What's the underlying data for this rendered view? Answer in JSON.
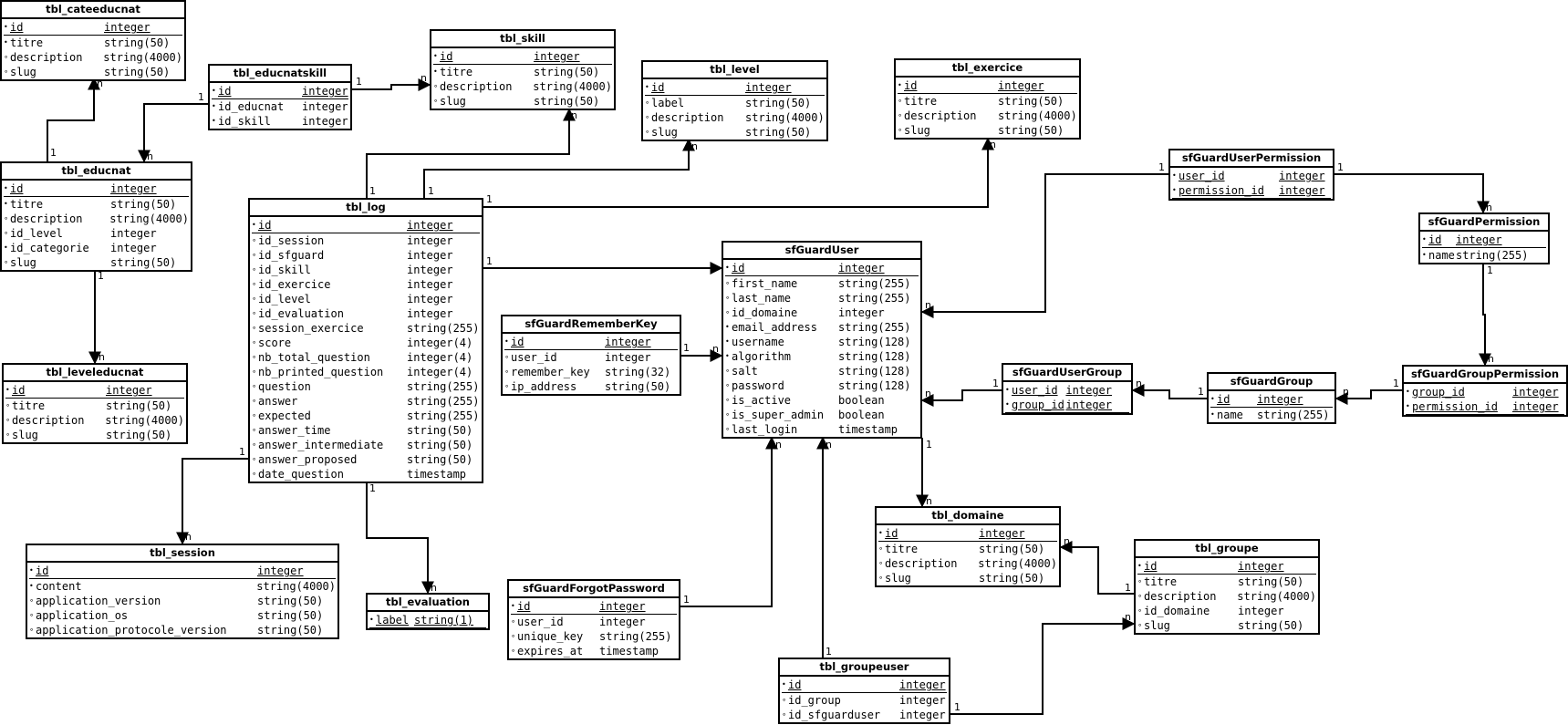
{
  "tables": [
    {
      "id": "tbl_cateeducnat",
      "name": "tbl_cateeducnat",
      "columns": [
        {
          "name": "id",
          "type": "integer",
          "pk": true,
          "required": true
        },
        {
          "name": "titre",
          "type": "string(50)",
          "required": true
        },
        {
          "name": "description",
          "type": "string(4000)",
          "required": false
        },
        {
          "name": "slug",
          "type": "string(50)",
          "required": false
        }
      ]
    },
    {
      "id": "tbl_educnatskill",
      "name": "tbl_educnatskill",
      "columns": [
        {
          "name": "id",
          "type": "integer",
          "pk": true,
          "required": true
        },
        {
          "name": "id_educnat",
          "type": "integer",
          "required": true
        },
        {
          "name": "id_skill",
          "type": "integer",
          "required": true
        }
      ]
    },
    {
      "id": "tbl_skill",
      "name": "tbl_skill",
      "columns": [
        {
          "name": "id",
          "type": "integer",
          "pk": true,
          "required": true
        },
        {
          "name": "titre",
          "type": "string(50)",
          "required": true
        },
        {
          "name": "description",
          "type": "string(4000)",
          "required": false
        },
        {
          "name": "slug",
          "type": "string(50)",
          "required": false
        }
      ]
    },
    {
      "id": "tbl_level",
      "name": "tbl_level",
      "columns": [
        {
          "name": "id",
          "type": "integer",
          "pk": true,
          "required": true
        },
        {
          "name": "label",
          "type": "string(50)",
          "required": false
        },
        {
          "name": "description",
          "type": "string(4000)",
          "required": false
        },
        {
          "name": "slug",
          "type": "string(50)",
          "required": false
        }
      ]
    },
    {
      "id": "tbl_exercice",
      "name": "tbl_exercice",
      "columns": [
        {
          "name": "id",
          "type": "integer",
          "pk": true,
          "required": true
        },
        {
          "name": "titre",
          "type": "string(50)",
          "required": false
        },
        {
          "name": "description",
          "type": "string(4000)",
          "required": false
        },
        {
          "name": "slug",
          "type": "string(50)",
          "required": false
        }
      ]
    },
    {
      "id": "tbl_educnat",
      "name": "tbl_educnat",
      "columns": [
        {
          "name": "id",
          "type": "integer",
          "pk": true,
          "required": true
        },
        {
          "name": "titre",
          "type": "string(50)",
          "required": true
        },
        {
          "name": "description",
          "type": "string(4000)",
          "required": false
        },
        {
          "name": "id_level",
          "type": "integer",
          "required": false
        },
        {
          "name": "id_categorie",
          "type": "integer",
          "required": true
        },
        {
          "name": "slug",
          "type": "string(50)",
          "required": false
        }
      ]
    },
    {
      "id": "tbl_log",
      "name": "tbl_log",
      "columns": [
        {
          "name": "id",
          "type": "integer",
          "pk": true,
          "required": true
        },
        {
          "name": "id_session",
          "type": "integer",
          "required": false
        },
        {
          "name": "id_sfguard",
          "type": "integer",
          "required": false
        },
        {
          "name": "id_skill",
          "type": "integer",
          "required": false
        },
        {
          "name": "id_exercice",
          "type": "integer",
          "required": false
        },
        {
          "name": "id_level",
          "type": "integer",
          "required": false
        },
        {
          "name": "id_evaluation",
          "type": "integer",
          "required": false
        },
        {
          "name": "session_exercice",
          "type": "string(255)",
          "required": false
        },
        {
          "name": "score",
          "type": "integer(4)",
          "required": false
        },
        {
          "name": "nb_total_question",
          "type": "integer(4)",
          "required": false
        },
        {
          "name": "nb_printed_question",
          "type": "integer(4)",
          "required": false
        },
        {
          "name": "question",
          "type": "string(255)",
          "required": false
        },
        {
          "name": "answer",
          "type": "string(255)",
          "required": false
        },
        {
          "name": "expected",
          "type": "string(255)",
          "required": false
        },
        {
          "name": "answer_time",
          "type": "string(50)",
          "required": false
        },
        {
          "name": "answer_intermediate",
          "type": "string(50)",
          "required": false
        },
        {
          "name": "answer_proposed",
          "type": "string(50)",
          "required": false
        },
        {
          "name": "date_question",
          "type": "timestamp",
          "required": false
        }
      ]
    },
    {
      "id": "tbl_leveleducnat",
      "name": "tbl_leveleducnat",
      "columns": [
        {
          "name": "id",
          "type": "integer",
          "pk": true,
          "required": true
        },
        {
          "name": "titre",
          "type": "string(50)",
          "required": false
        },
        {
          "name": "description",
          "type": "string(4000)",
          "required": false
        },
        {
          "name": "slug",
          "type": "string(50)",
          "required": false
        }
      ]
    },
    {
      "id": "tbl_session",
      "name": "tbl_session",
      "columns": [
        {
          "name": "id",
          "type": "integer",
          "pk": true,
          "required": true
        },
        {
          "name": "content",
          "type": "string(4000)",
          "required": true
        },
        {
          "name": "application_version",
          "type": "string(50)",
          "required": false
        },
        {
          "name": "application_os",
          "type": "string(50)",
          "required": false
        },
        {
          "name": "application_protocole_version",
          "type": "string(50)",
          "required": false
        }
      ]
    },
    {
      "id": "tbl_evaluation",
      "name": "tbl_evaluation",
      "columns": [
        {
          "name": "label",
          "type": "string(1)",
          "pk": true,
          "required": true
        }
      ]
    },
    {
      "id": "sfGuardRememberKey",
      "name": "sfGuardRememberKey",
      "columns": [
        {
          "name": "id",
          "type": "integer",
          "pk": true,
          "required": true
        },
        {
          "name": "user_id",
          "type": "integer",
          "required": false
        },
        {
          "name": "remember_key",
          "type": "string(32)",
          "required": false
        },
        {
          "name": "ip_address",
          "type": "string(50)",
          "required": false
        }
      ]
    },
    {
      "id": "sfGuardForgotPassword",
      "name": "sfGuardForgotPassword",
      "columns": [
        {
          "name": "id",
          "type": "integer",
          "pk": true,
          "required": true
        },
        {
          "name": "user_id",
          "type": "integer",
          "required": false
        },
        {
          "name": "unique_key",
          "type": "string(255)",
          "required": false
        },
        {
          "name": "expires_at",
          "type": "timestamp",
          "required": false
        }
      ]
    },
    {
      "id": "sfGuardUser",
      "name": "sfGuardUser",
      "columns": [
        {
          "name": "id",
          "type": "integer",
          "pk": true,
          "required": true
        },
        {
          "name": "first_name",
          "type": "string(255)",
          "required": false
        },
        {
          "name": "last_name",
          "type": "string(255)",
          "required": false
        },
        {
          "name": "id_domaine",
          "type": "integer",
          "required": false
        },
        {
          "name": "email_address",
          "type": "string(255)",
          "required": true
        },
        {
          "name": "username",
          "type": "string(128)",
          "required": true
        },
        {
          "name": "algorithm",
          "type": "string(128)",
          "required": true
        },
        {
          "name": "salt",
          "type": "string(128)",
          "required": false
        },
        {
          "name": "password",
          "type": "string(128)",
          "required": false
        },
        {
          "name": "is_active",
          "type": "boolean",
          "required": false
        },
        {
          "name": "is_super_admin",
          "type": "boolean",
          "required": false
        },
        {
          "name": "last_login",
          "type": "timestamp",
          "required": false
        }
      ]
    },
    {
      "id": "sfGuardUserPermission",
      "name": "sfGuardUserPermission",
      "columns": [
        {
          "name": "user_id",
          "type": "integer",
          "pk": true,
          "required": true
        },
        {
          "name": "permission_id",
          "type": "integer",
          "pk": true,
          "required": true
        }
      ]
    },
    {
      "id": "sfGuardPermission",
      "name": "sfGuardPermission",
      "columns": [
        {
          "name": "id",
          "type": "integer",
          "pk": true,
          "required": true
        },
        {
          "name": "name",
          "type": "string(255)",
          "required": true
        }
      ]
    },
    {
      "id": "sfGuardUserGroup",
      "name": "sfGuardUserGroup",
      "columns": [
        {
          "name": "user_id",
          "type": "integer",
          "pk": true,
          "required": true
        },
        {
          "name": "group_id",
          "type": "integer",
          "pk": true,
          "required": true
        }
      ]
    },
    {
      "id": "sfGuardGroup",
      "name": "sfGuardGroup",
      "columns": [
        {
          "name": "id",
          "type": "integer",
          "pk": true,
          "required": true
        },
        {
          "name": "name",
          "type": "string(255)",
          "required": true
        }
      ]
    },
    {
      "id": "sfGuardGroupPermission",
      "name": "sfGuardGroupPermission",
      "columns": [
        {
          "name": "group_id",
          "type": "integer",
          "pk": true,
          "required": true
        },
        {
          "name": "permission_id",
          "type": "integer",
          "pk": true,
          "required": true
        }
      ]
    },
    {
      "id": "tbl_domaine",
      "name": "tbl_domaine",
      "columns": [
        {
          "name": "id",
          "type": "integer",
          "pk": true,
          "required": true
        },
        {
          "name": "titre",
          "type": "string(50)",
          "required": false
        },
        {
          "name": "description",
          "type": "string(4000)",
          "required": false
        },
        {
          "name": "slug",
          "type": "string(50)",
          "required": false
        }
      ]
    },
    {
      "id": "tbl_groupe",
      "name": "tbl_groupe",
      "columns": [
        {
          "name": "id",
          "type": "integer",
          "pk": true,
          "required": true
        },
        {
          "name": "titre",
          "type": "string(50)",
          "required": false
        },
        {
          "name": "description",
          "type": "string(4000)",
          "required": false
        },
        {
          "name": "id_domaine",
          "type": "integer",
          "required": false
        },
        {
          "name": "slug",
          "type": "string(50)",
          "required": false
        }
      ]
    },
    {
      "id": "tbl_groupeuser",
      "name": "tbl_groupeuser",
      "columns": [
        {
          "name": "id",
          "type": "integer",
          "pk": true,
          "required": true
        },
        {
          "name": "id_group",
          "type": "integer",
          "required": false
        },
        {
          "name": "id_sfguarduser",
          "type": "integer",
          "required": false
        }
      ]
    }
  ],
  "relations": [
    {
      "from": "tbl_educnat",
      "to": "tbl_cateeducnat",
      "from_card": "1",
      "to_card": "n"
    },
    {
      "from": "tbl_educnatskill",
      "to": "tbl_educnat",
      "from_card": "1",
      "to_card": "n"
    },
    {
      "from": "tbl_educnatskill",
      "to": "tbl_skill",
      "from_card": "1",
      "to_card": "n"
    },
    {
      "from": "tbl_educnat",
      "to": "tbl_leveleducnat",
      "from_card": "1",
      "to_card": "n"
    },
    {
      "from": "tbl_log",
      "to": "tbl_skill",
      "from_card": "1",
      "to_card": "n"
    },
    {
      "from": "tbl_log",
      "to": "tbl_level",
      "from_card": "1",
      "to_card": "n"
    },
    {
      "from": "tbl_log",
      "to": "tbl_exercice",
      "from_card": "1",
      "to_card": "n"
    },
    {
      "from": "tbl_log",
      "to": "sfGuardUser",
      "from_card": "1",
      "to_card": ""
    },
    {
      "from": "tbl_log",
      "to": "tbl_session",
      "from_card": "1",
      "to_card": "n"
    },
    {
      "from": "tbl_log",
      "to": "tbl_evaluation",
      "from_card": "1",
      "to_card": "n"
    },
    {
      "from": "sfGuardRememberKey",
      "to": "sfGuardUser",
      "from_card": "1",
      "to_card": "n"
    },
    {
      "from": "sfGuardForgotPassword",
      "to": "sfGuardUser",
      "from_card": "1",
      "to_card": "n"
    },
    {
      "from": "tbl_groupeuser",
      "to": "sfGuardUser",
      "from_card": "1",
      "to_card": "n"
    },
    {
      "from": "sfGuardUser",
      "to": "tbl_domaine",
      "from_card": "1",
      "to_card": "n"
    },
    {
      "from": "sfGuardUserPermission",
      "to": "sfGuardUser",
      "from_card": "1",
      "to_card": "n"
    },
    {
      "from": "sfGuardUserPermission",
      "to": "sfGuardPermission",
      "from_card": "1",
      "to_card": "n"
    },
    {
      "from": "sfGuardPermission",
      "to": "sfGuardGroupPermission",
      "from_card": "1",
      "to_card": "n"
    },
    {
      "from": "sfGuardGroupPermission",
      "to": "sfGuardGroup",
      "from_card": "1",
      "to_card": "n"
    },
    {
      "from": "sfGuardGroup",
      "to": "sfGuardUserGroup",
      "from_card": "1",
      "to_card": "n"
    },
    {
      "from": "sfGuardUserGroup",
      "to": "sfGuardUser",
      "from_card": "1",
      "to_card": "n"
    },
    {
      "from": "tbl_groupe",
      "to": "tbl_domaine",
      "from_card": "1",
      "to_card": "n"
    },
    {
      "from": "tbl_groupeuser",
      "to": "tbl_groupe",
      "from_card": "1",
      "to_card": "n"
    }
  ],
  "markers": {
    "required": "•",
    "optional": "∘"
  }
}
